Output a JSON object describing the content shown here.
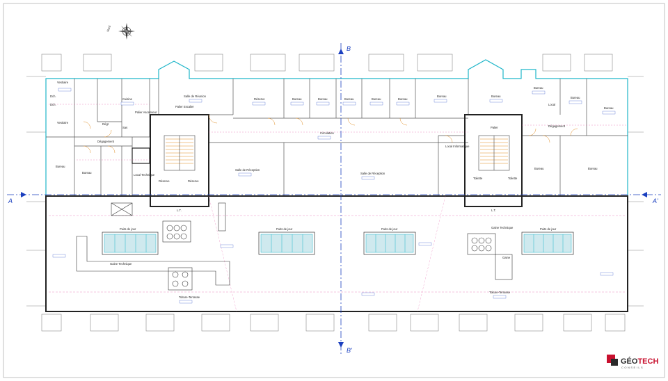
{
  "compass": {
    "label": "Nord"
  },
  "axes": {
    "a": "A",
    "a_prime": "A'",
    "b": "B",
    "b_prime": "B'"
  },
  "rooms": {
    "vestiaire_1": "Vestiaire",
    "vestiaire_2": "Vestiaire",
    "dch_1": "Dch.",
    "dch_2": "Dch.",
    "cuisine": "Cuisine",
    "salle_reunion": "Salle de Réunion",
    "reserve_top": "Réserve",
    "bureau_t1": "Bureau",
    "bureau_t2": "Bureau",
    "bureau_t3": "Bureau",
    "bureau_t4": "Bureau",
    "bureau_t5": "Bureau",
    "bureau_t6": "Bureau",
    "bureau_t7": "Bureau",
    "bureau_t8": "Bureau",
    "bureau_t9": "Bureau",
    "bureau_t10": "Bureau",
    "local_tr": "Local",
    "degagement_r": "Dégagement",
    "circulation": "Circulation",
    "palier_esc_l": "Palier Escalier",
    "palier_asc_l": "Palier Ascenseur",
    "sas": "Sas",
    "degt": "Dégt",
    "palier_r": "Palier",
    "degagement_l": "Dégagement",
    "bureau_l1": "Bureau",
    "bureau_l2": "Bureau",
    "local_tech": "Local Technique",
    "reserve_l1": "Réserve",
    "reserve_l2": "Réserve",
    "salle_reception_1": "Salle de Réception",
    "salle_reception_2": "Salle de Réception",
    "local_info": "Local Informatique",
    "toilette_1": "Toilette",
    "toilette_2": "Toilette",
    "bureau_r1": "Bureau",
    "bureau_r2": "Bureau",
    "puits_1": "Puits de jour",
    "puits_2": "Puits de jour",
    "puits_3": "Puits de jour",
    "puits_4": "Puits de jour",
    "gaine_tech_l": "Gaine Technique",
    "gaine_tech_r": "Gaine Technique",
    "gaine": "Gaine",
    "toiture_1": "Toiture-Terrasse",
    "toiture_2": "Toiture-Terrasse",
    "lt_1": "L.T.",
    "lt_2": "L.T."
  },
  "logo": {
    "name_a": "GÉO",
    "name_b": "TECH",
    "sub": "CONSEILS"
  }
}
